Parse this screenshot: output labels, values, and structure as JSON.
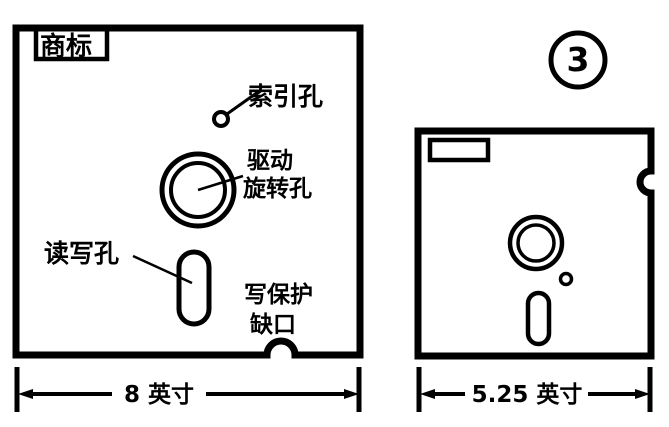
{
  "figure": {
    "number_label": "3",
    "number_label_style": "circled"
  },
  "diskettes": [
    {
      "id": "eight-inch",
      "size_label": "8 英寸",
      "label_patch_text": "商标",
      "parts": [
        {
          "id": "index-hole",
          "label": "索引孔"
        },
        {
          "id": "spindle-hole",
          "label": "驱动\n旋转孔",
          "label_line1": "驱动",
          "label_line2": "旋转孔"
        },
        {
          "id": "read-write-slot",
          "label": "读写孔"
        },
        {
          "id": "write-protect-notch",
          "label_line1": "写保护",
          "label_line2": "缺口"
        }
      ]
    },
    {
      "id": "five-quarter-inch",
      "size_label": "5.25 英寸",
      "parts": [
        {
          "id": "label-patch",
          "label": ""
        },
        {
          "id": "index-hole",
          "label": ""
        },
        {
          "id": "spindle-hole",
          "label": ""
        },
        {
          "id": "read-write-slot",
          "label": ""
        },
        {
          "id": "write-protect-notch",
          "label": ""
        }
      ]
    }
  ],
  "colors": {
    "ink": "#000000",
    "paper": "#ffffff"
  }
}
